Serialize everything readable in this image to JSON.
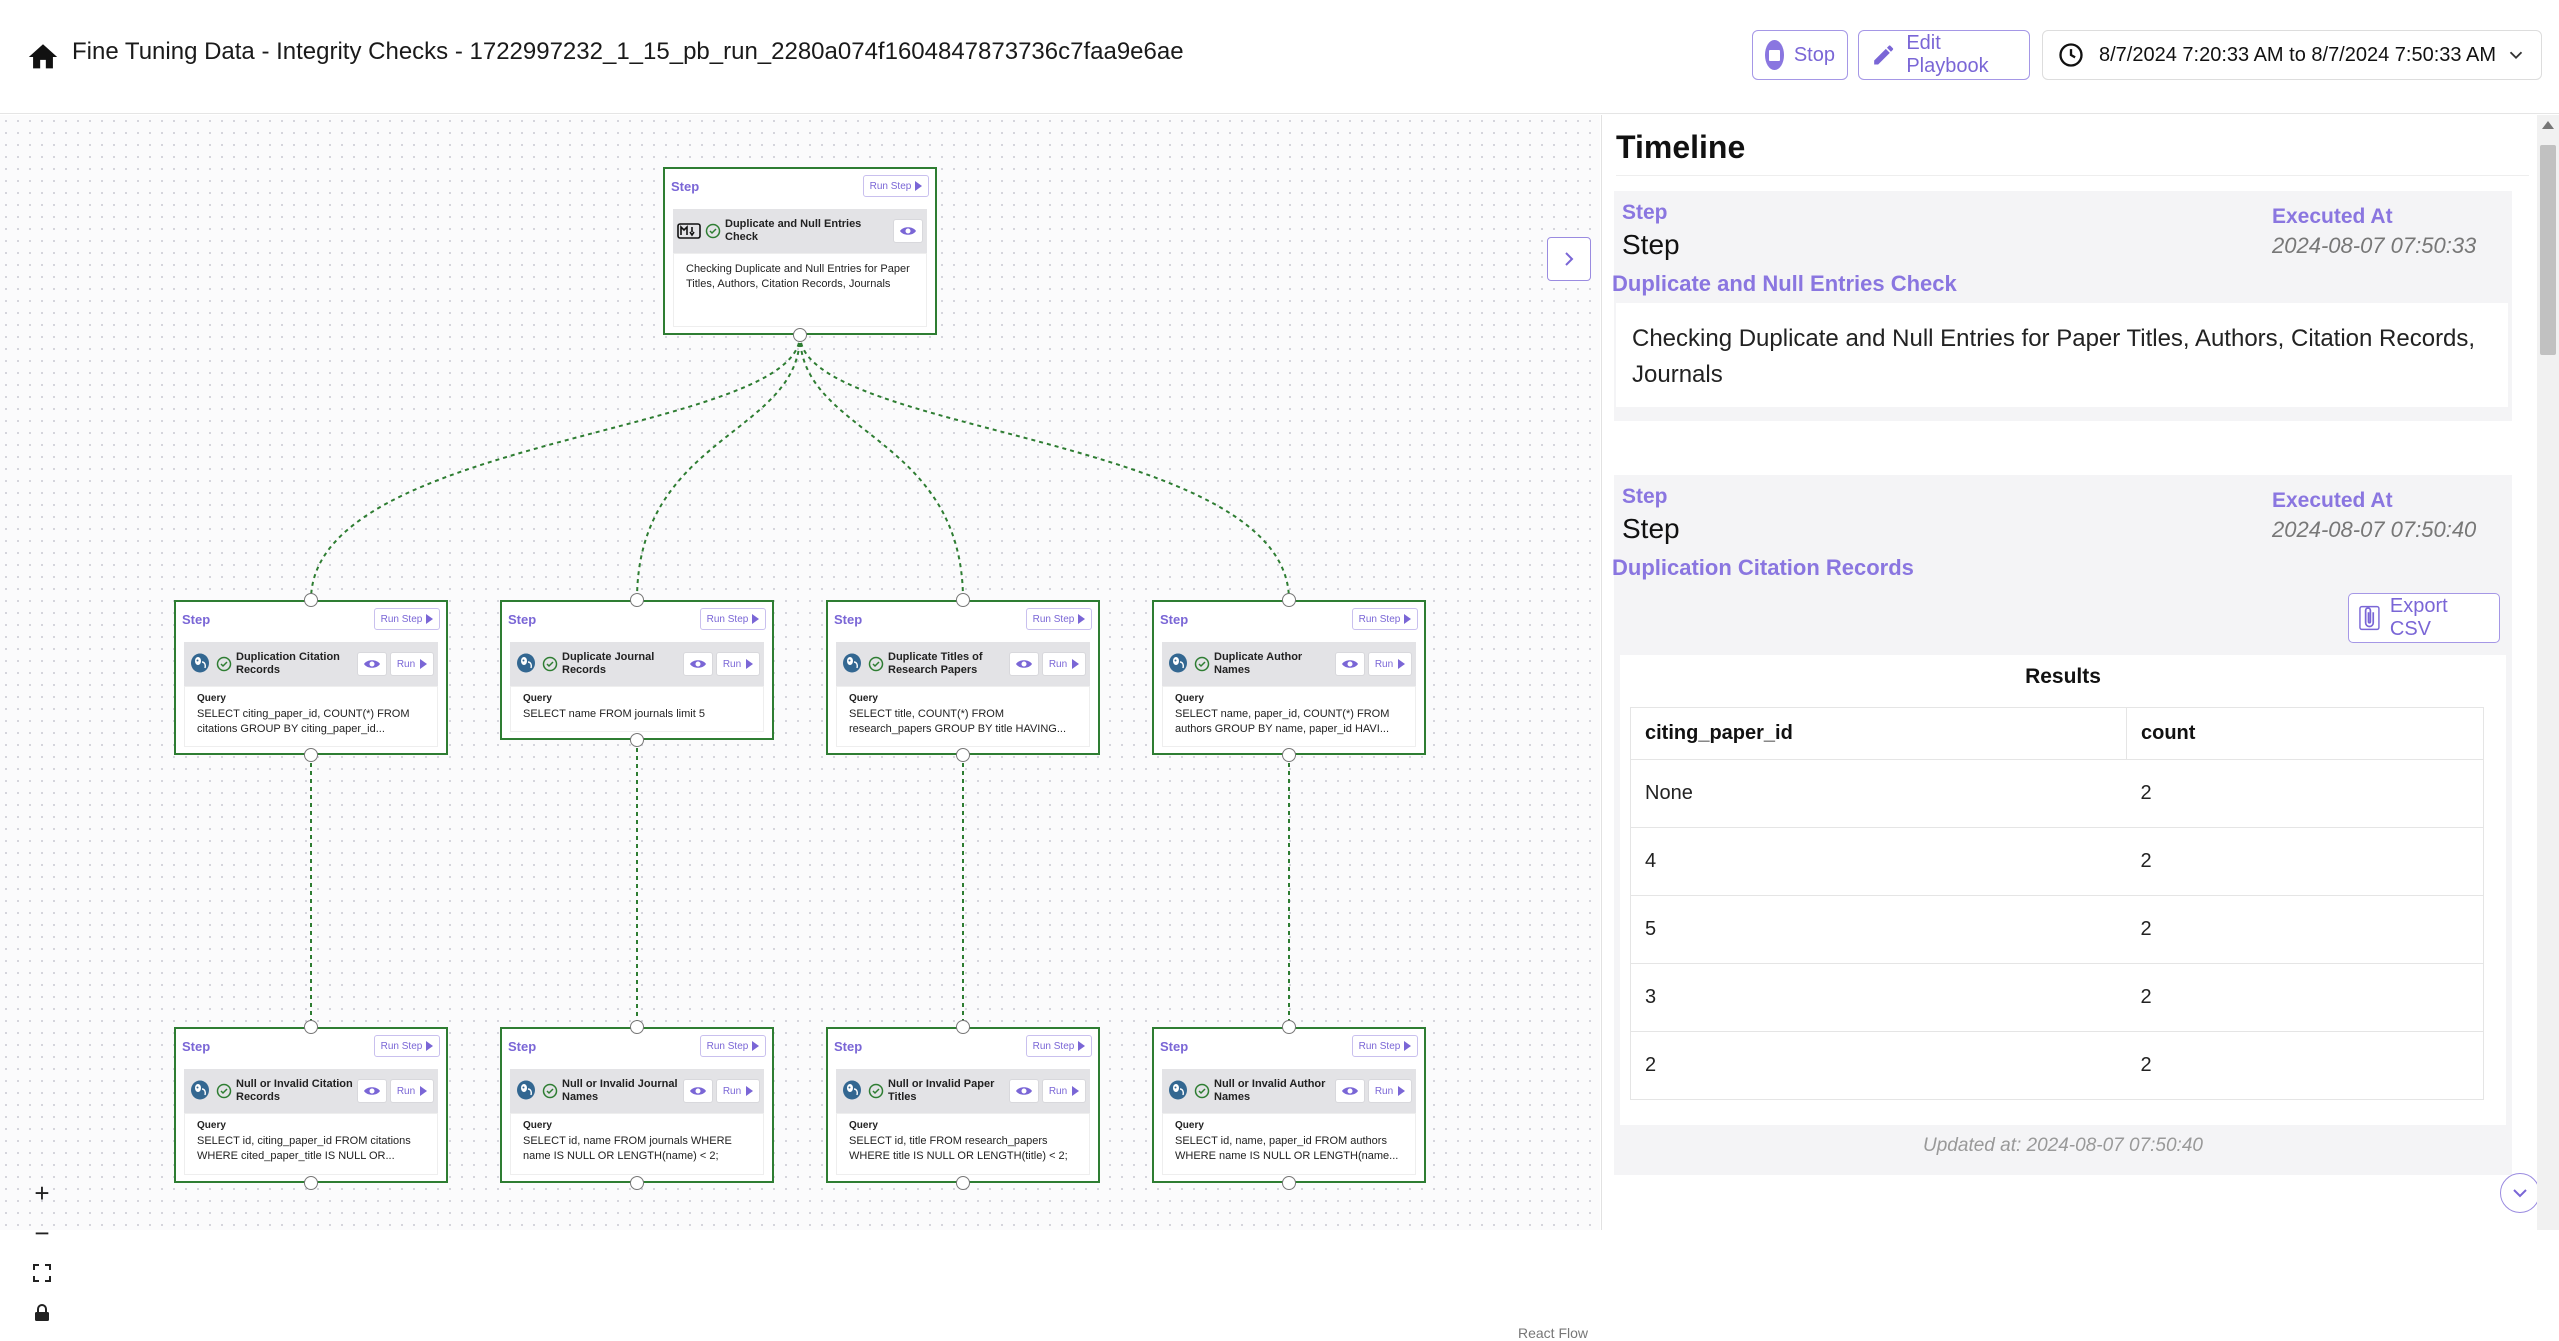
{
  "header": {
    "title": "Fine Tuning Data - Integrity Checks - 1722997232_1_15_pb_run_2280a074f1604847873736c7faa9e6ae",
    "stop_label": "Stop",
    "edit_label": "Edit Playbook",
    "time_range": "8/7/2024 7:20:33 AM to 8/7/2024 7:50:33 AM"
  },
  "flow": {
    "step_label": "Step",
    "run_step_label": "Run Step",
    "run_label": "Run",
    "query_label": "Query",
    "attribution": "React Flow",
    "root": {
      "title": "Duplicate and Null Entries Check",
      "description": "Checking Duplicate and Null Entries for Paper Titles, Authors, Citation Records, Journals"
    },
    "level1": [
      {
        "title": "Duplication Citation Records",
        "query": "SELECT citing_paper_id, COUNT(*) FROM citations GROUP BY citing_paper_id..."
      },
      {
        "title": "Duplicate Journal Records",
        "query": "SELECT name FROM journals limit 5"
      },
      {
        "title": "Duplicate Titles of Research Papers",
        "query": "SELECT title, COUNT(*) FROM research_papers GROUP BY title HAVING..."
      },
      {
        "title": "Duplicate Author Names",
        "query": "SELECT name, paper_id, COUNT(*) FROM authors GROUP BY name, paper_id HAVI..."
      }
    ],
    "level2": [
      {
        "title": "Null or Invalid Citation Records",
        "query": "SELECT id, citing_paper_id FROM citations WHERE cited_paper_title IS NULL OR..."
      },
      {
        "title": "Null or Invalid Journal Names",
        "query": "SELECT id, name FROM journals WHERE name IS NULL OR LENGTH(name) < 2;"
      },
      {
        "title": "Null or Invalid Paper Titles",
        "query": "SELECT id, title FROM research_papers WHERE title IS NULL OR LENGTH(title) < 2;"
      },
      {
        "title": "Null or Invalid Author Names",
        "query": "SELECT id, name, paper_id FROM authors WHERE name IS NULL OR LENGTH(name..."
      }
    ]
  },
  "timeline": {
    "title": "Timeline",
    "entries": [
      {
        "step_key": "Step",
        "step_value": "Step",
        "exec_key": "Executed At",
        "exec_value": "2024-08-07 07:50:33",
        "name": "Duplicate and Null Entries Check",
        "description": "Checking Duplicate and Null Entries for Paper Titles, Authors, Citation Records, Journals"
      },
      {
        "step_key": "Step",
        "step_value": "Step",
        "exec_key": "Executed At",
        "exec_value": "2024-08-07 07:50:40",
        "name": "Duplication Citation Records",
        "export_label": "Export CSV",
        "results_title": "Results",
        "columns": [
          "citing_paper_id",
          "count"
        ],
        "rows": [
          [
            "None",
            "2"
          ],
          [
            "4",
            "2"
          ],
          [
            "5",
            "2"
          ],
          [
            "3",
            "2"
          ],
          [
            "2",
            "2"
          ]
        ],
        "updated": "Updated at: 2024-08-07 07:50:40"
      }
    ]
  }
}
